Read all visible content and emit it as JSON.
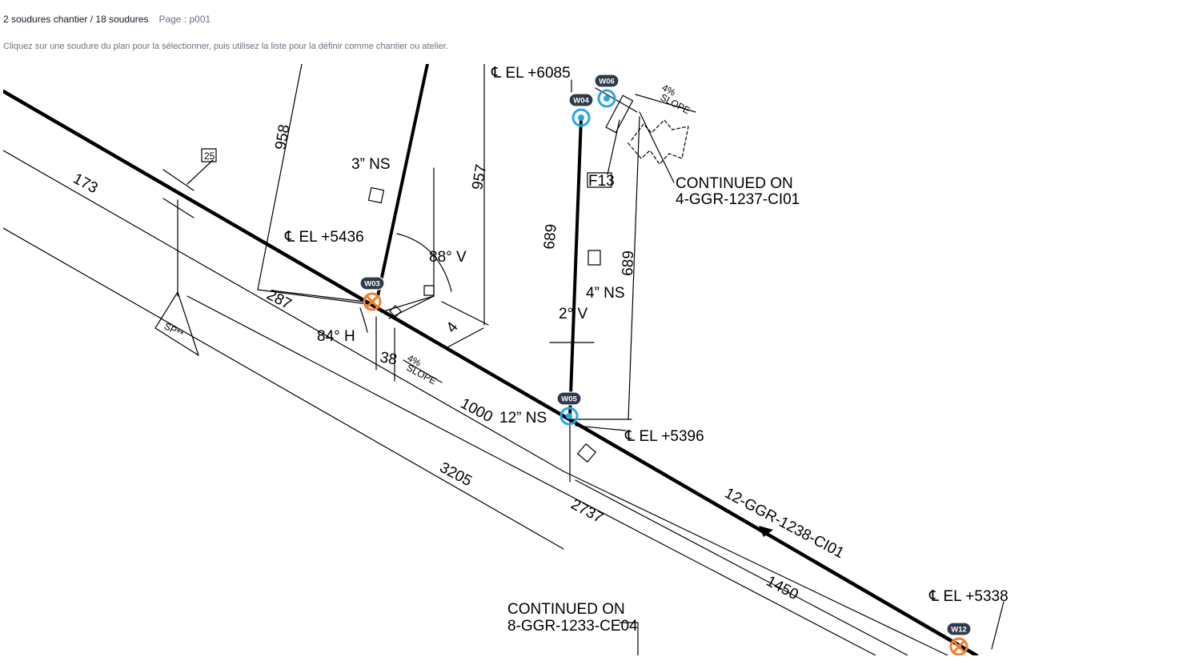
{
  "header": {
    "summary": "2 soudures chantier / 18 soudures",
    "page": "Page : p001"
  },
  "instructions": "Cliquez sur une soudure du plan pour la sélectionner, puis utilisez la liste pour la définir comme chantier ou atelier.",
  "colors": {
    "atelier": "#29a6e3",
    "chantier": "#f07e2c",
    "tag_bg": "#2f3a4a"
  },
  "drawing": {
    "labels": {
      "el6085": "℄ EL +6085",
      "el5436": "℄ EL +5436",
      "el5396": "℄ EL +5396",
      "el5338": "℄ EL +5338",
      "ns3": "3” NS",
      "ns4": "4” NS",
      "ns12": "12” NS",
      "v88": "88° V",
      "v2": "2° V",
      "h84": "84° H",
      "d958": "958",
      "d957": "957",
      "d689a": "689",
      "d689b": "689",
      "d173": "173",
      "d287": "287",
      "d38": "38",
      "d4": "4",
      "d1000": "1000",
      "d3205": "3205",
      "d2737": "2737",
      "d1450": "1450",
      "tag25": "25",
      "tagF13": "F13",
      "sp": "SP**",
      "slope1a": "4%",
      "slope1b": "SLOPE",
      "slope2a": "4%",
      "slope2b": "SLOPE",
      "cont1a": "CONTINUED ON",
      "cont1b": "4-GGR-1237-CI01",
      "cont2a": "CONTINUED ON",
      "cont2b": "8-GGR-1233-CE04",
      "line": "12-GGR-1238-CI01"
    },
    "welds": [
      {
        "id": "W03",
        "type": "chantier"
      },
      {
        "id": "W04",
        "type": "atelier"
      },
      {
        "id": "W05",
        "type": "atelier"
      },
      {
        "id": "W06",
        "type": "atelier"
      },
      {
        "id": "W12",
        "type": "chantier"
      }
    ]
  }
}
